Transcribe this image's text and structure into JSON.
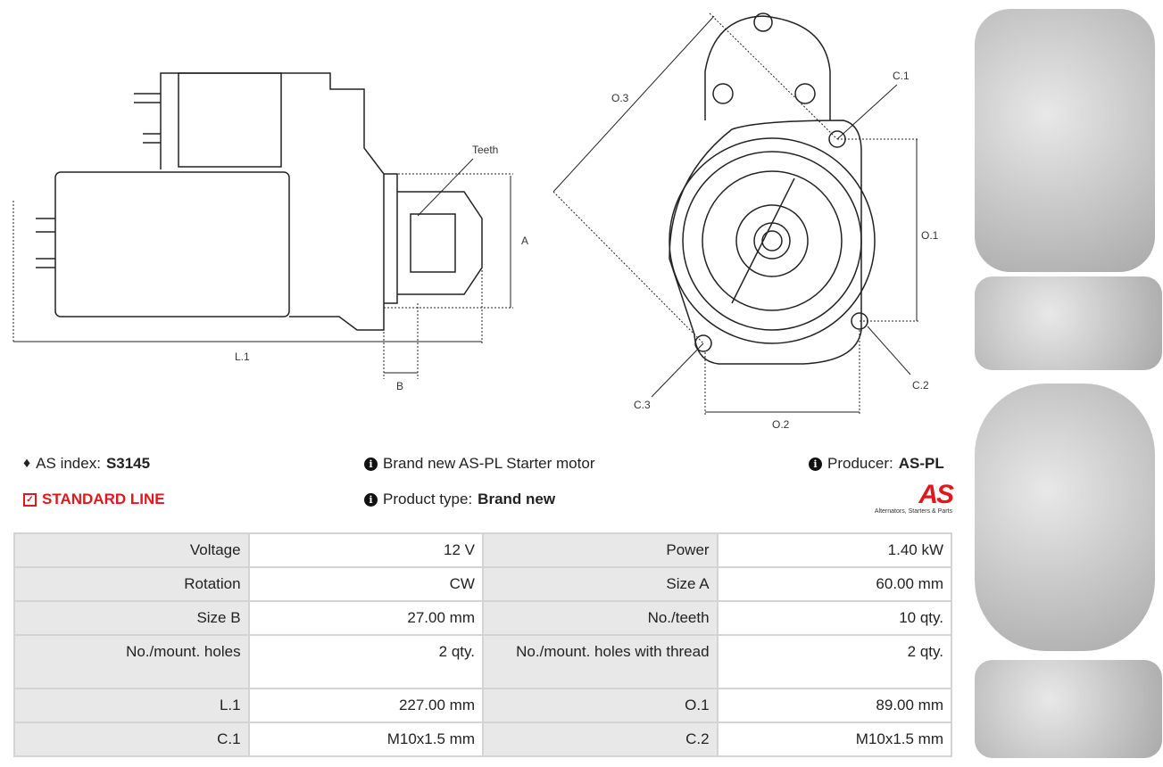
{
  "diagram_labels": {
    "teeth": "Teeth",
    "a": "A",
    "b": "B",
    "l1": "L.1",
    "o1": "O.1",
    "o2": "O.2",
    "o3": "O.3",
    "c1": "C.1",
    "c2": "C.2",
    "c3": "C.3"
  },
  "info": {
    "as_index_label": "AS index:",
    "as_index_value": "S3145",
    "line": "STANDARD LINE",
    "description": "Brand new AS-PL Starter motor",
    "product_type_label": "Product type:",
    "product_type_value": "Brand new",
    "producer_label": "Producer:",
    "producer_value": "AS-PL",
    "logo_text": "AS",
    "logo_tagline": "Alternators, Starters & Parts"
  },
  "specs": [
    [
      "Voltage",
      "12 V",
      "Power",
      "1.40 kW"
    ],
    [
      "Rotation",
      "CW",
      "Size A",
      "60.00 mm"
    ],
    [
      "Size B",
      "27.00 mm",
      "No./teeth",
      "10 qty."
    ],
    [
      "No./mount. holes",
      "2 qty.",
      "No./mount. holes with thread",
      "2 qty."
    ],
    [
      "L.1",
      "227.00 mm",
      "O.1",
      "89.00 mm"
    ],
    [
      "C.1",
      "M10x1.5 mm",
      "C.2",
      "M10x1.5 mm"
    ]
  ],
  "colors": {
    "accent": "#e3161b",
    "table_key_bg": "#e8e8e8",
    "border": "#d4d4d4"
  }
}
